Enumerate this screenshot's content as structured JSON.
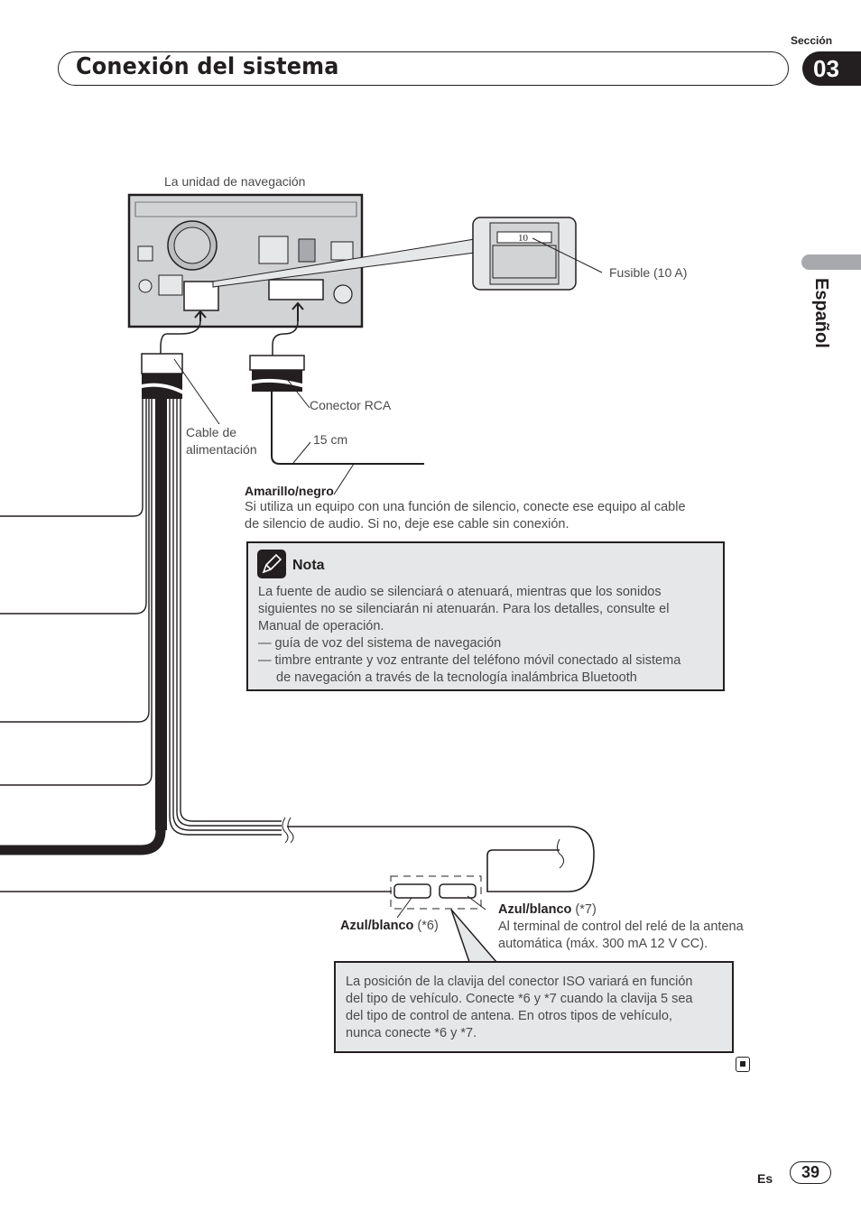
{
  "header": {
    "title": "Conexión del sistema",
    "section_label": "Sección",
    "section_number": "03"
  },
  "side_tab": {
    "language": "Español"
  },
  "diagram": {
    "unit_label": "La unidad de navegación",
    "fuse_label": "Fusible (10 A)",
    "fuse_value": "10",
    "rca_label": "Conector RCA",
    "power_cable_label_line1": "Cable de",
    "power_cable_label_line2": "alimentación",
    "length_label": "15 cm"
  },
  "mute_wire": {
    "title": "Amarillo/negro",
    "text_line1": "Si utiliza un equipo con una función de silencio, conecte ese equipo al cable",
    "text_line2": "de silencio de audio. Si no, deje ese cable sin conexión."
  },
  "note": {
    "icon": "pencil-icon",
    "title": "Nota",
    "lines": [
      "La fuente de audio se silenciará o atenuará, mientras que los sonidos",
      "siguientes no se silenciarán ni atenuarán. Para los detalles, consulte el",
      "Manual de operación."
    ],
    "bullets": [
      "— guía de voz del sistema de navegación",
      "— timbre entrante y voz entrante del teléfono móvil conectado al sistema",
      "de navegación a través de la tecnología inalámbrica Bluetooth"
    ]
  },
  "antenna": {
    "wire6_color": "Azul/blanco",
    "wire6_ref": "(*6)",
    "wire7_color": "Azul/blanco",
    "wire7_ref": "(*7)",
    "wire7_desc_line1": "Al terminal de control del relé de la antena",
    "wire7_desc_line2": "automática (máx. 300 mA 12 V CC).",
    "iso_note_lines": [
      "La posición de la clavija del conector ISO variará en función",
      "del tipo de vehículo. Conecte *6 y *7 cuando la clavija 5 sea",
      "del tipo de control de antena. En otros tipos de vehículo,",
      "nunca conecte *6 y *7."
    ]
  },
  "footer": {
    "lang_code": "Es",
    "page_number": "39"
  }
}
